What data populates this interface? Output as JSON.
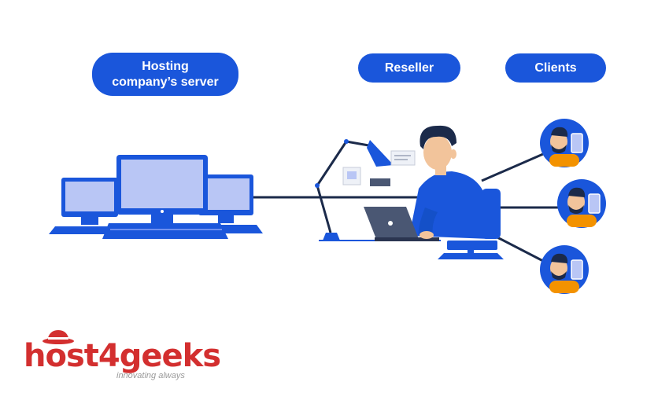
{
  "labels": {
    "hosting_line1": "Hosting",
    "hosting_line2": "company’s server",
    "reseller": "Reseller",
    "clients": "Clients"
  },
  "logo": {
    "name": "host4geeks",
    "tagline": "innovating always"
  },
  "colors": {
    "primary_blue": "#1a56db",
    "screen_light": "#b9c6f5",
    "logo_red": "#d32f2f",
    "client_orange": "#f39200"
  }
}
